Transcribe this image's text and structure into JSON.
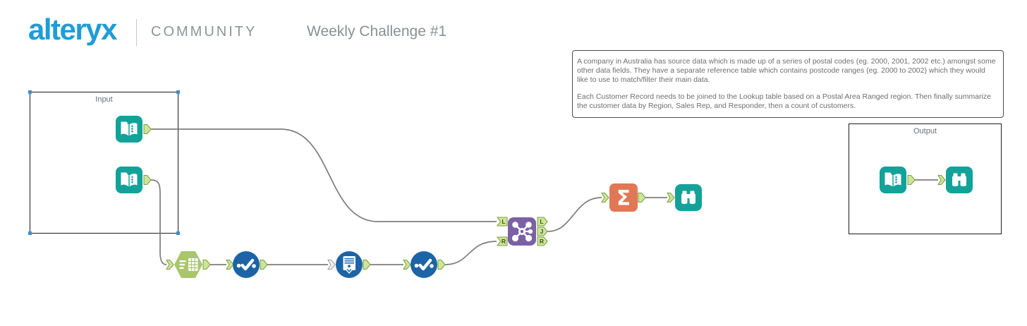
{
  "header": {
    "logo_text": "alteryx",
    "community_text": "COMMUNITY",
    "workflow_title": "Weekly Challenge #1"
  },
  "comment_box": {
    "paragraph_1": "A company in Australia has source data which is made up of a series of postal codes (eg. 2000, 2001, 2002 etc.) amongst some other data fields. They have a separate reference table which contains postcode ranges (eg. 2000 to 2002) which they would like to use to match/filter their main data.",
    "paragraph_2": "Each Customer Record needs to be joined to the Lookup table based on a Postal Area Ranged region. Then finally summarize the customer data by Region, Sales Rep, and Responder, then a count of customers."
  },
  "containers": {
    "input": {
      "label": "Input"
    },
    "output": {
      "label": "Output"
    }
  },
  "join_tool": {
    "input_anchors": [
      "L",
      "R"
    ],
    "output_anchors": [
      "L",
      "J",
      "R"
    ]
  },
  "summarize_tool": {
    "sigma_glyph": "Σ"
  },
  "icons": {
    "input_data": "open-book-icon",
    "browse": "binoculars-icon",
    "select": "check-with-dots-icon",
    "generate_rows": "table-plus-down-arrow-icon",
    "text_to_columns": "text-lines-to-table-icon",
    "join": "molecule-join-icon",
    "summarize": "sigma-icon"
  },
  "colors": {
    "logo_blue": "#1E9CD7",
    "community_gray": "#8E9599",
    "title_gray": "#8A9096",
    "tool_teal": "#12A29A",
    "tool_blue": "#1C64A7",
    "parse_green": "#A9C66E",
    "join_purple": "#7C60A5",
    "summarize_salmon": "#E07856",
    "anchor_green_fill": "#CDE59B",
    "anchor_green_stroke": "#7B9E3E",
    "anchor_gray_fill": "#F2F2F2",
    "anchor_gray_stroke": "#9A9A9A",
    "wire_gray": "#7D7D7D",
    "container_border": "#1B1B1B",
    "container_label": "#66727E",
    "comment_text": "#6E6E6E",
    "handle_blue": "#3F8FC9"
  }
}
